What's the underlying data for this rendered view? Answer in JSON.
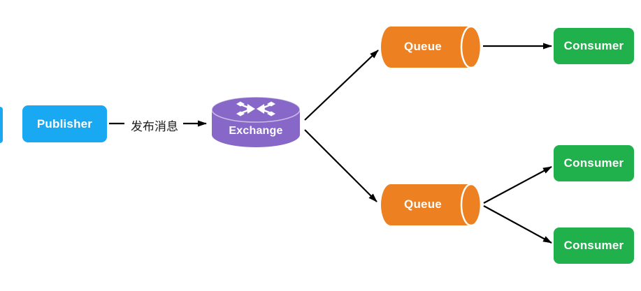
{
  "diagram": {
    "nodes": {
      "publisher": {
        "label": "Publisher",
        "color": "#18a9f2"
      },
      "exchange": {
        "label": "Exchange",
        "color": "#8768c8"
      },
      "queue_top": {
        "label": "Queue",
        "color": "#ed8122"
      },
      "queue_bottom": {
        "label": "Queue",
        "color": "#ed8122"
      },
      "consumer_top": {
        "label": "Consumer",
        "color": "#21b14c"
      },
      "consumer_middle": {
        "label": "Consumer",
        "color": "#21b14c"
      },
      "consumer_bottom": {
        "label": "Consumer",
        "color": "#21b14c"
      }
    },
    "edges": {
      "publisher_to_exchange": {
        "label": "发布消息"
      }
    },
    "colors": {
      "background": "#ffffff",
      "arrow": "#000000",
      "cylinder_rim": "#ffffff"
    }
  }
}
